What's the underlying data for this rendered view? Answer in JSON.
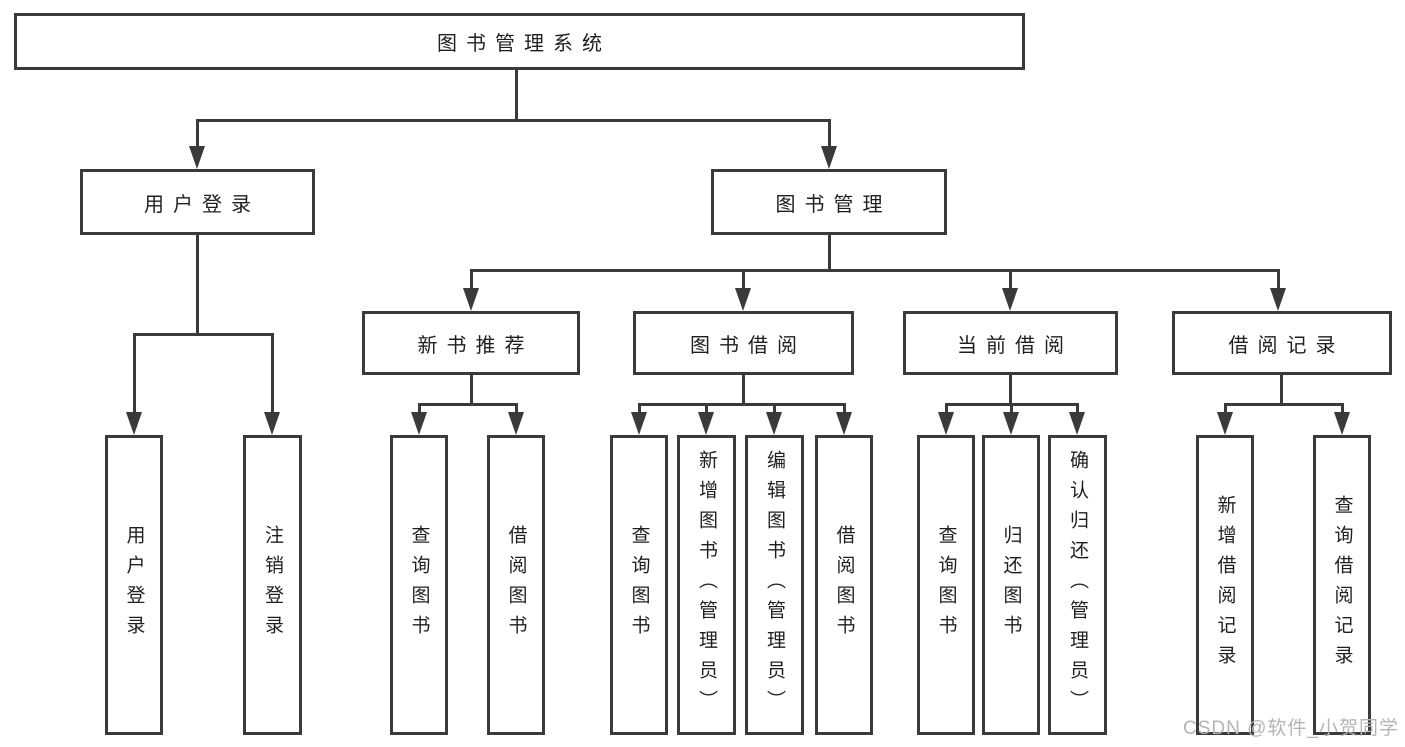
{
  "nodes": {
    "root": "图书管理系统",
    "level2": [
      "用户登录",
      "图书管理"
    ],
    "level3": [
      "新书推荐",
      "图书借阅",
      "当前借阅",
      "借阅记录"
    ],
    "leaves": {
      "user_login": [
        "用户登录",
        "注销登录"
      ],
      "new_books": [
        "查询图书",
        "借阅图书"
      ],
      "book_borrow": [
        "查询图书",
        "新增图书（管理员）",
        "编辑图书（管理员）",
        "借阅图书"
      ],
      "current_borrow": [
        "查询图书",
        "归还图书",
        "确认归还（管理员）"
      ],
      "borrow_records": [
        "新增借阅记录",
        "查询借阅记录"
      ]
    }
  },
  "watermark": "CSDN @软件_小贺同学",
  "colors": {
    "line": "#3a3a3a",
    "text": "#1f1f1f",
    "watermark": "#b5b5b5",
    "background": "#ffffff"
  }
}
